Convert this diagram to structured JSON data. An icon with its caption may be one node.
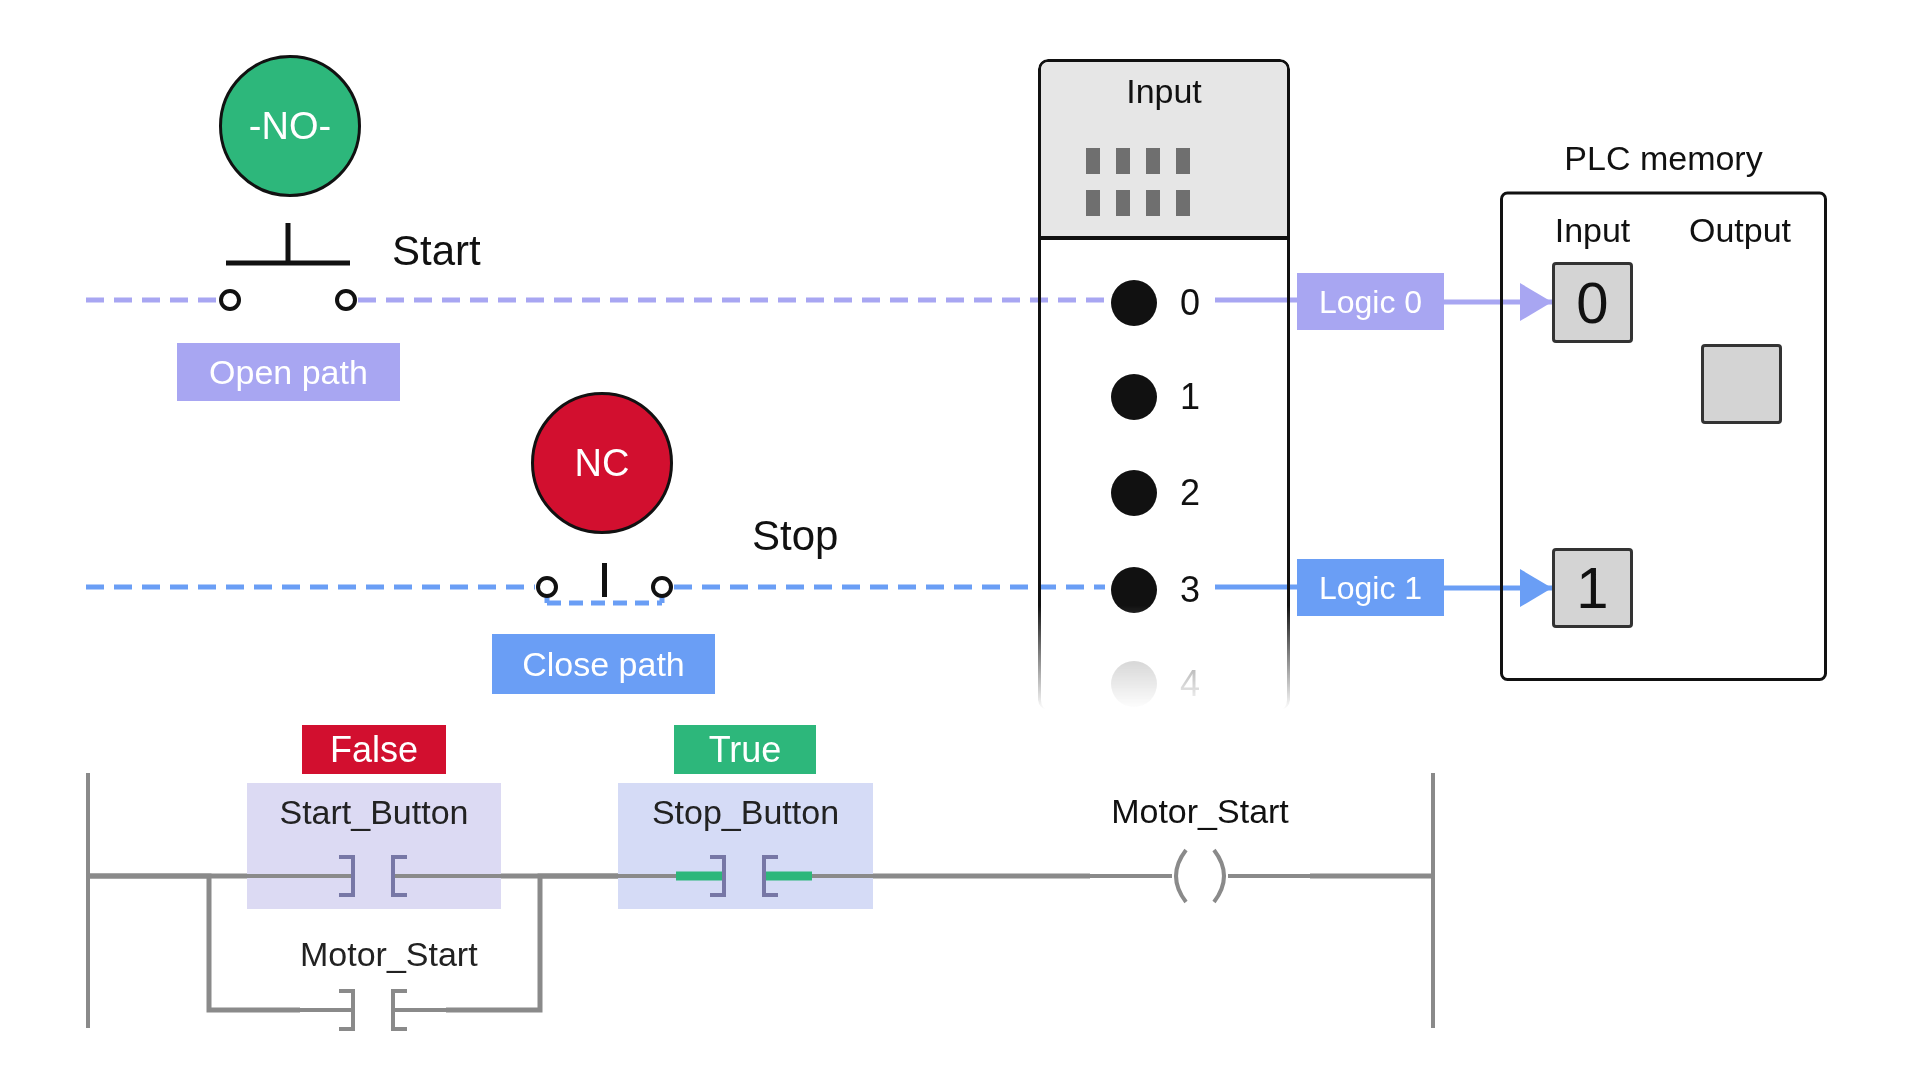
{
  "diagram": {
    "nodes": [
      {
        "text": [
          "-NO-"
        ]
      },
      {
        "text": [
          "Input"
        ]
      },
      {
        "text": [
          "0"
        ],
        "in": 1
      },
      {
        "text": [
          "1"
        ],
        "in": 1
      },
      {
        "text": [
          "2"
        ],
        "in": 1
      },
      {
        "text": [
          "3"
        ],
        "in": 1
      },
      {
        "text": [
          "4"
        ],
        "in": 1
      },
      {
        "text": [
          "PLC memory",
          "Input",
          "Output"
        ]
      },
      {
        "text": [
          "0"
        ],
        "in": 7
      },
      {
        "text": [],
        "shape": "box",
        "in": 7
      },
      {
        "text": [],
        "shape": "switch",
        "beside": [
          "Start"
        ]
      },
      {
        "text": [
          "Logic 0"
        ]
      },
      {
        "text": [
          "Open path"
        ]
      },
      {
        "text": [
          "NC"
        ]
      },
      {
        "text": [],
        "shape": "switch",
        "beside": [
          "Stop"
        ]
      },
      {
        "text": [
          "Logic 1"
        ]
      },
      {
        "text": [
          "1"
        ],
        "in": 7
      },
      {
        "text": [
          "Close path"
        ]
      },
      {
        "text": [
          "False"
        ]
      },
      {
        "text": [
          "True"
        ]
      },
      {
        "text": [],
        "shape": "bar"
      },
      {
        "text": [
          "Start_Button"
        ]
      },
      {
        "text": [
          "Stop_Button"
        ]
      },
      {
        "text": [
          "Motor_Start"
        ]
      },
      {
        "text": [],
        "shape": "bar"
      },
      {
        "text": [
          "Motor_Start"
        ]
      }
    ],
    "edges": [
      {
        "from": null,
        "to": 10,
        "arrow": "none",
        "style": "dashed",
        "color": "#a8a6f2"
      },
      {
        "from": 10,
        "to": 2,
        "arrow": "none",
        "style": "dashed",
        "color": "#a8a6f2"
      },
      {
        "from": 2,
        "to": 11,
        "arrow": "none",
        "color": "#a8a6f2"
      },
      {
        "from": 11,
        "to": 8,
        "arrow": "to",
        "color": "#a8a6f2"
      },
      {
        "from": null,
        "to": 14,
        "arrow": "none",
        "style": "dashed",
        "color": "#6a9ef5"
      },
      {
        "from": 14,
        "to": 5,
        "arrow": "none",
        "style": "dashed",
        "color": "#6a9ef5"
      },
      {
        "from": 5,
        "to": 15,
        "arrow": "none",
        "color": "#6a9ef5"
      },
      {
        "from": 15,
        "to": 16,
        "arrow": "to",
        "color": "#6a9ef5"
      },
      {
        "from": 20,
        "to": 21,
        "arrow": "none"
      },
      {
        "from": 20,
        "to": 25,
        "arrow": "none"
      },
      {
        "from": 21,
        "to": 22,
        "arrow": "none"
      },
      {
        "from": 25,
        "to": 22,
        "arrow": "none"
      },
      {
        "from": 22,
        "to": 23,
        "arrow": "none"
      },
      {
        "from": 23,
        "to": 24,
        "arrow": "none"
      }
    ]
  }
}
